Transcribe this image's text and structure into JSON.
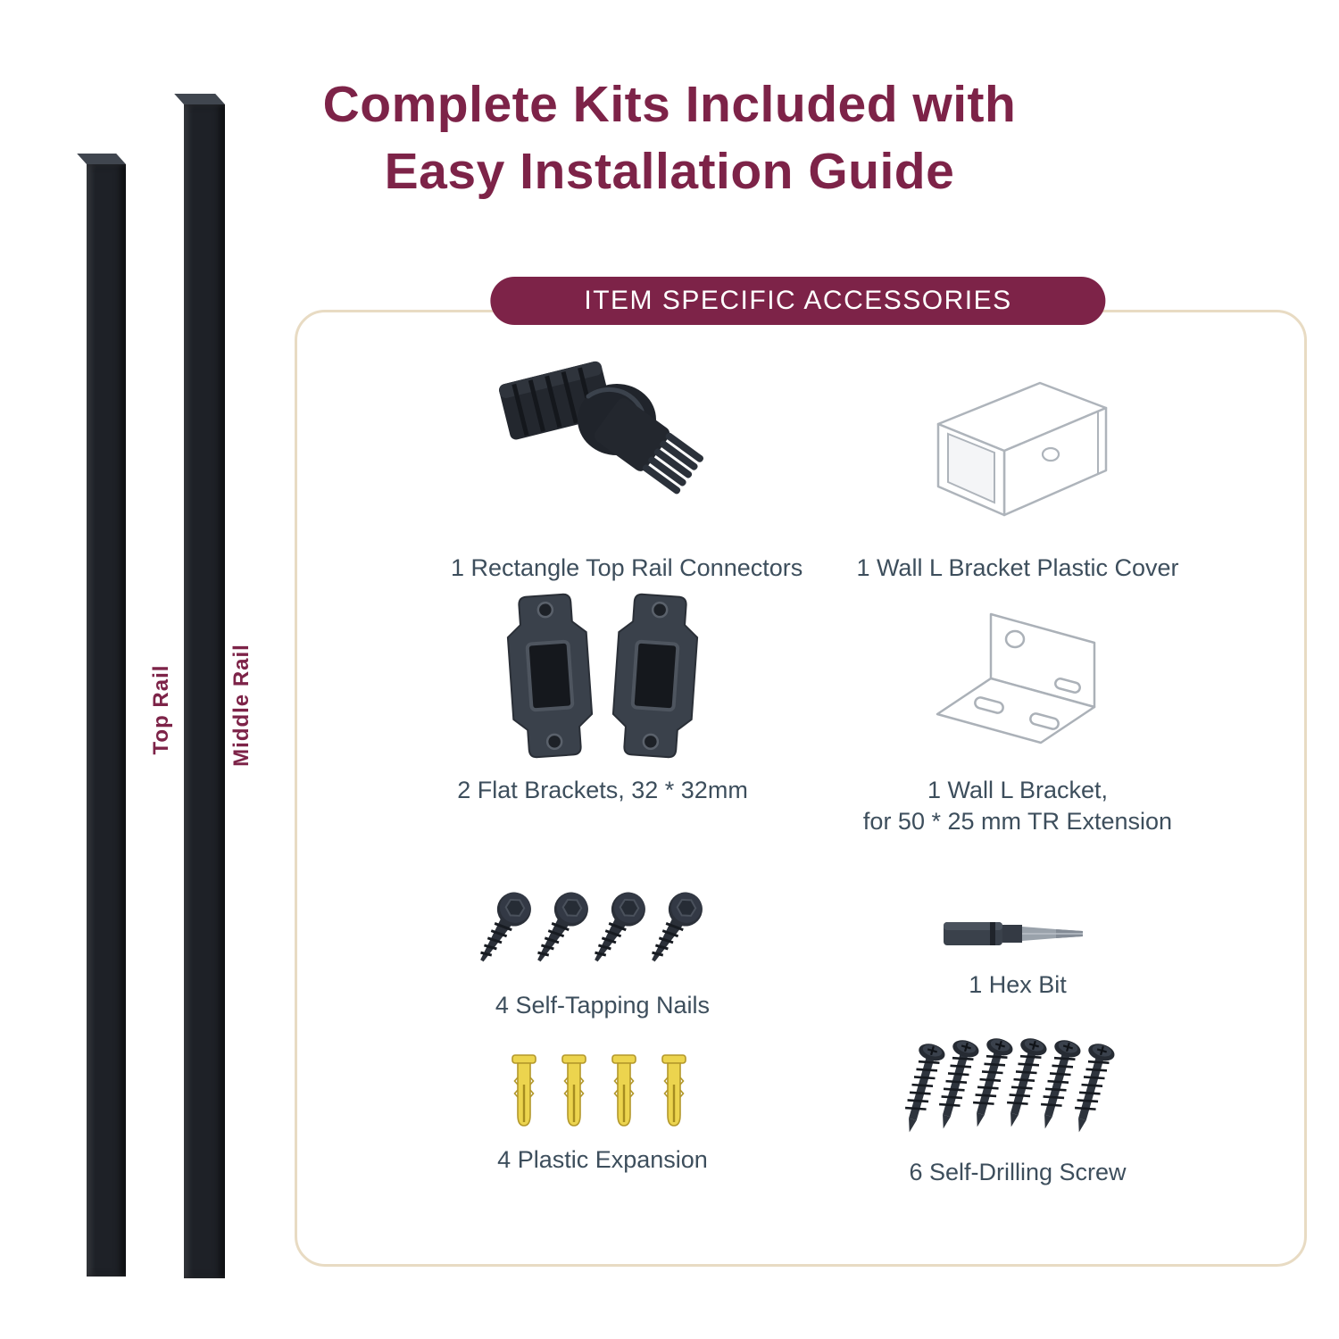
{
  "title": {
    "line1": "Complete Kits Included with",
    "line2": "Easy Installation Guide"
  },
  "rails": {
    "left_label": "Top Rail",
    "right_label": "Middle Rail"
  },
  "accessories_panel": {
    "header": "ITEM SPECIFIC ACCESSORIES",
    "items": [
      {
        "id": "top-rail-connector",
        "caption": "1 Rectangle Top Rail Connectors"
      },
      {
        "id": "wall-l-bracket-cover",
        "caption": "1 Wall L Bracket Plastic Cover"
      },
      {
        "id": "flat-brackets",
        "caption": "2 Flat Brackets, 32 * 32mm"
      },
      {
        "id": "wall-l-bracket",
        "caption": "1 Wall L Bracket,",
        "caption_line2": "for 50 * 25 mm TR Extension"
      },
      {
        "id": "self-tapping-nails",
        "caption": "4 Self-Tapping Nails"
      },
      {
        "id": "hex-bit",
        "caption": "1 Hex Bit"
      },
      {
        "id": "plastic-expansion",
        "caption": "4 Plastic Expansion"
      },
      {
        "id": "self-drilling-screws",
        "caption": "6 Self-Drilling Screw"
      }
    ]
  },
  "colors": {
    "brand_maroon": "#7d2348",
    "caption_text": "#3d4e5c",
    "panel_border": "#e8dbc3",
    "rail_black": "#1e2127",
    "anchor_yellow": "#ecd44e"
  }
}
